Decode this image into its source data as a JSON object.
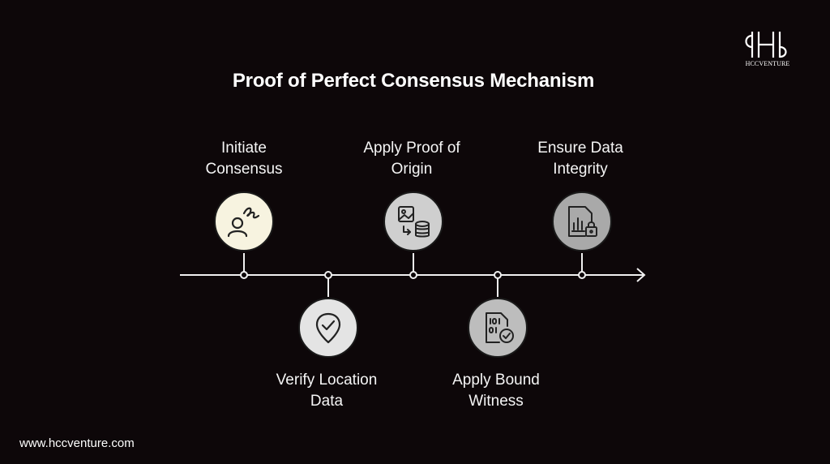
{
  "title": "Proof of Perfect Consensus Mechanism",
  "logo": {
    "text": "HCCVENTURE"
  },
  "footer": {
    "url": "www.hccventure.com"
  },
  "steps": [
    {
      "label_line1": "Initiate",
      "label_line2": "Consensus",
      "icon": "user-signature-icon",
      "color": "#f7f3e0"
    },
    {
      "label_line1": "Verify Location",
      "label_line2": "Data",
      "icon": "location-check-icon",
      "color": "#e4e4e4"
    },
    {
      "label_line1": "Apply Proof of",
      "label_line2": "Origin",
      "icon": "image-to-database-icon",
      "color": "#cfcfcf"
    },
    {
      "label_line1": "Apply Bound",
      "label_line2": "Witness",
      "icon": "binary-file-check-icon",
      "color": "#bdbdbd"
    },
    {
      "label_line1": "Ensure Data",
      "label_line2": "Integrity",
      "icon": "chart-file-lock-icon",
      "color": "#a9a9a9"
    }
  ]
}
